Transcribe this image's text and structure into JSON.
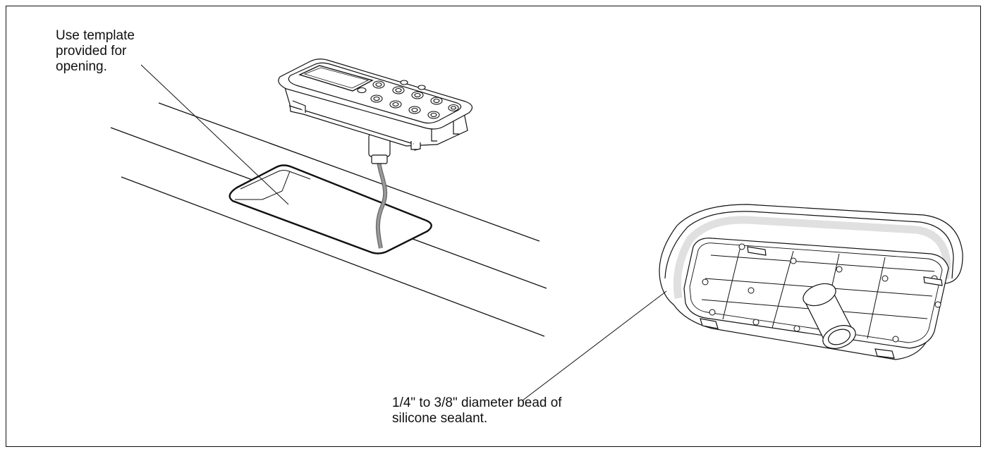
{
  "callouts": {
    "template_lines": [
      "Use template",
      "provided for",
      "opening."
    ],
    "sealant_lines": [
      "1/4\" to 3/8\" diameter bead of",
      "silicone sealant."
    ]
  },
  "colors": {
    "line": "#111111",
    "cable": "#8a8a8a",
    "sealant": "#e3e3e3"
  }
}
